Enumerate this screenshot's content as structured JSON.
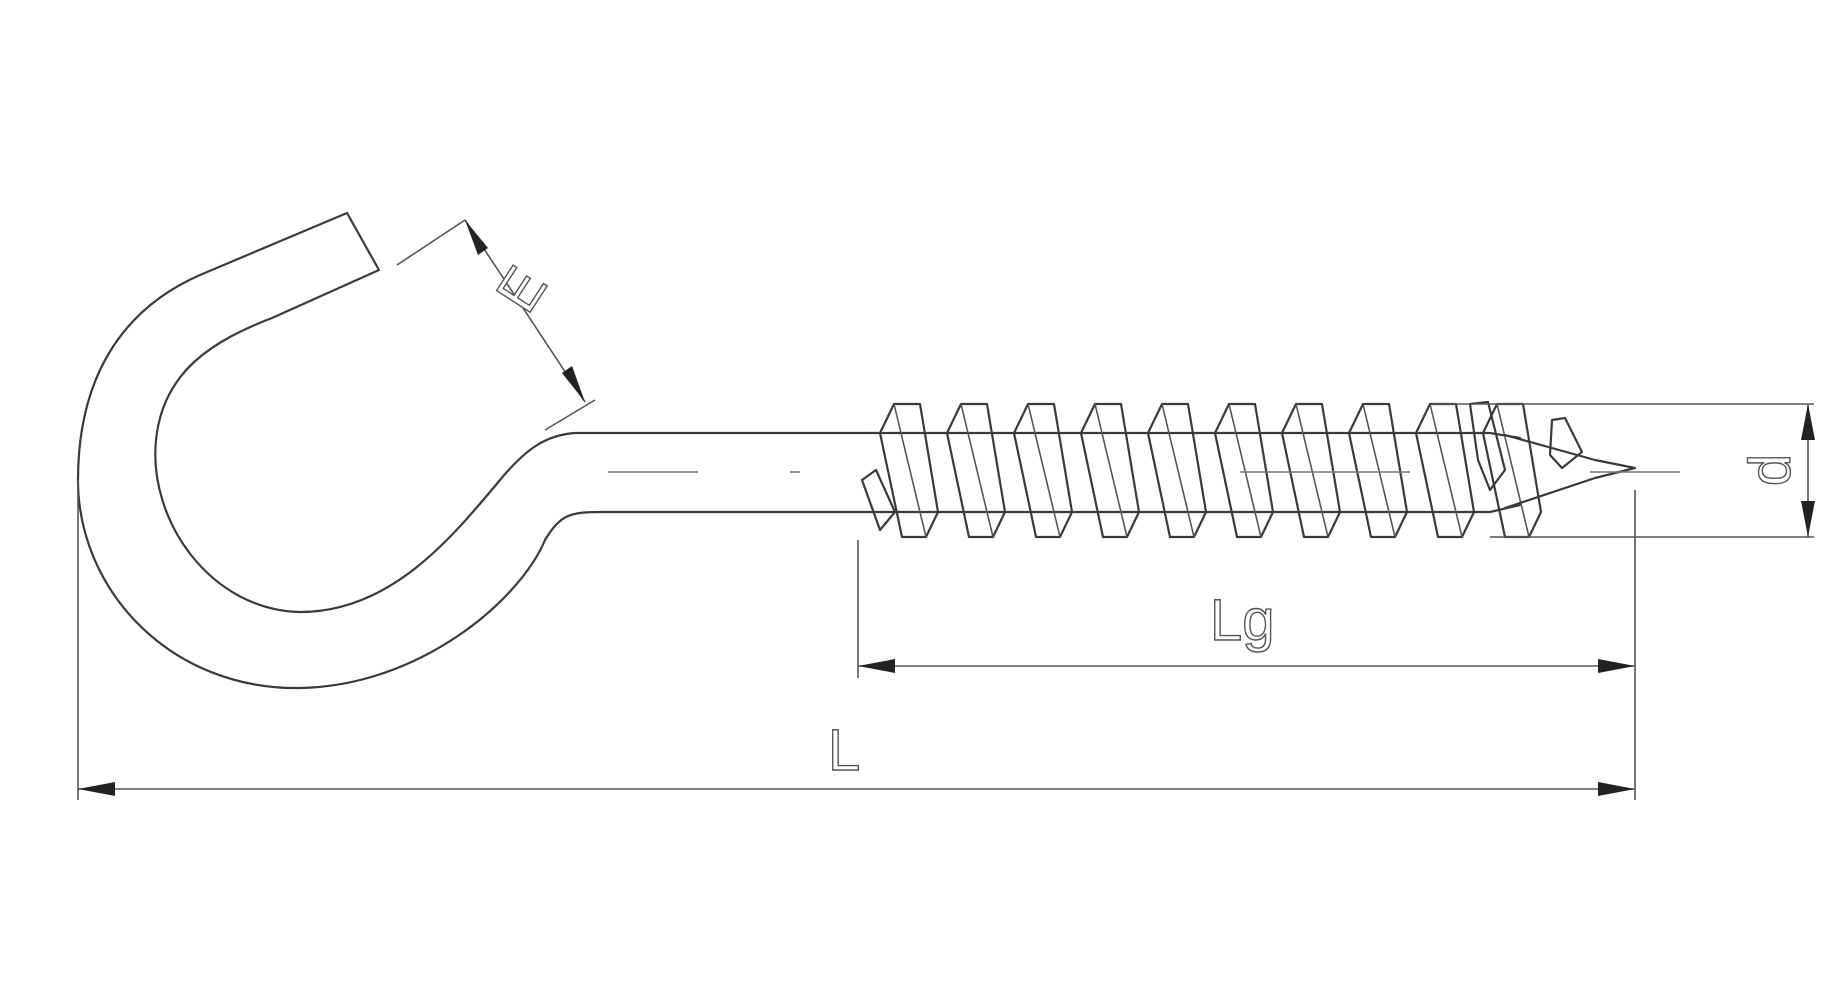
{
  "diagram": {
    "labels": {
      "hook_opening": "E",
      "overall_length": "L",
      "thread_length": "Lg",
      "thread_diameter": "d"
    },
    "colors": {
      "background": "#ffffff",
      "line": "#3a3a3a",
      "arrow": "#222222"
    }
  }
}
